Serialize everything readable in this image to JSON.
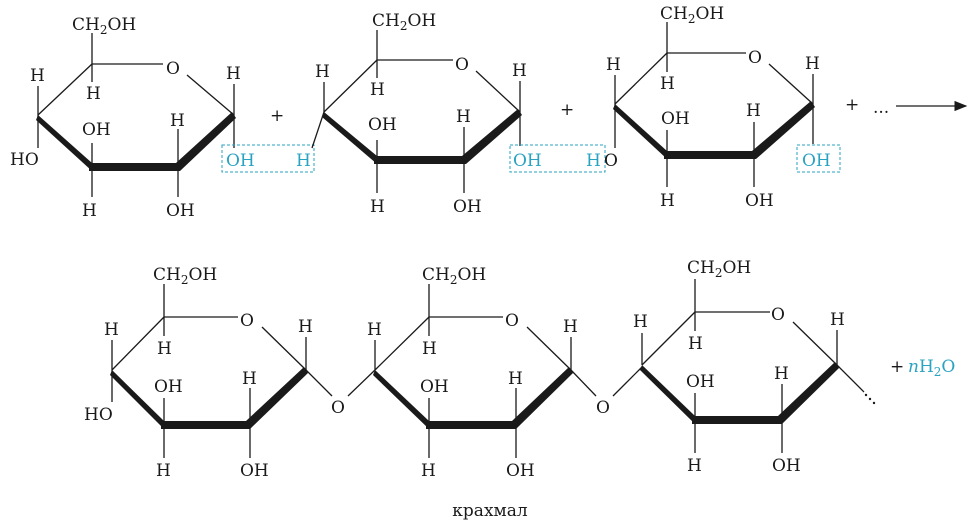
{
  "labels": {
    "ch2oh_main": "CH",
    "ch2oh_sub": "2",
    "ch2oh_tail": "OH",
    "ring_oxygen": "O",
    "hydrogen": "H",
    "hydroxyl": "OH",
    "hydroxyl_left": "HO",
    "bridge_oxygen": "O",
    "plus": "+",
    "ellipsis": "...",
    "chain_dots": "·",
    "water_coef": "n",
    "water_h": "H",
    "water_sub": "2",
    "water_o": "O"
  },
  "caption": "крахмал",
  "colors": {
    "ink": "#1a1a1a",
    "accent": "#2aa3c2"
  }
}
